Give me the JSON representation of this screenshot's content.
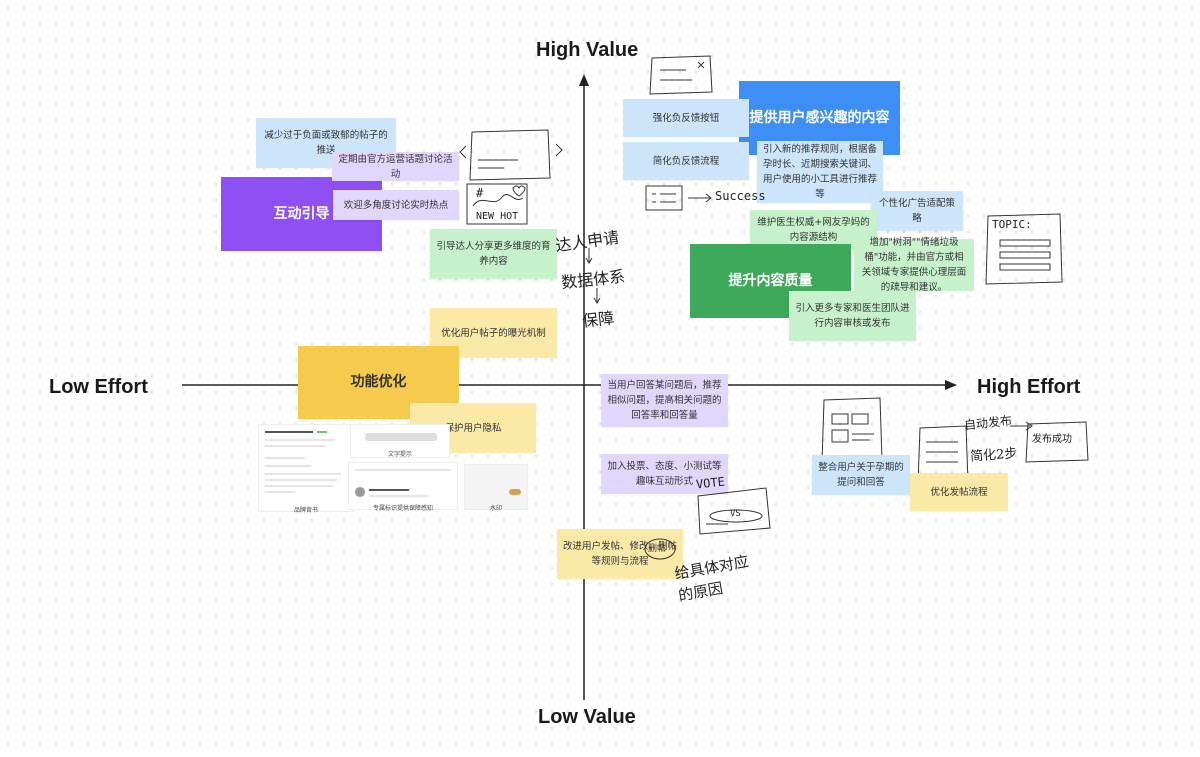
{
  "axes": {
    "top": "High Value",
    "bottom": "Low Value",
    "left": "Low Effort",
    "right": "High Effort"
  },
  "notes": {
    "n_reduce_negative": "减少过于负面或致郁的帖子的推送",
    "n_official_topics": "定期由官方运营话题讨论活动",
    "n_interaction_guide": "互动引导",
    "n_multi_angle": "欢迎多角度讨论实时热点",
    "n_guide_experts": "引导达人分享更多维度的育养内容",
    "n_exposure": "优化用户帖子的曝光机制",
    "n_feature_opt": "功能优化",
    "n_privacy": "保护用户隐私",
    "n_strengthen_feedback": "强化负反馈按钮",
    "n_interesting_content": "提供用户感兴趣的内容",
    "n_simplify_feedback": "简化负反馈流程",
    "n_new_rules": "引入新的推荐规则，根据备孕时长、近期搜索关键词、用户使用的小工具进行推荐等",
    "n_personal_ads": "个性化广告适配策略",
    "n_balance_sources": "维护医生权威+网友孕妈的内容源结构",
    "n_quality": "提升内容质量",
    "n_treehole": "增加\"树洞\"\"情绪垃圾桶\"功能，并由官方或相关领域专家提供心理层面的疏导和建议。",
    "n_experts_review": "引入更多专家和医生团队进行内容审核或发布",
    "n_recommend_similar": "当用户回答某问题后，推荐相似问题，提高相关问题的回答率和回答量",
    "n_interactive_forms": "加入投票、态度、小测试等趣味互动形式",
    "n_improve_posting": "改进用户发帖、修改、删帖等规则与流程",
    "n_integrate_qa": "整合用户关于孕期的提问和回答",
    "n_optimize_flow": "优化发帖流程"
  },
  "handwriting": {
    "expert_apply": "达人申请",
    "data_system": "数据体系",
    "guarantee": "保障",
    "success": "Success",
    "new_hot": "NEW HOT",
    "hash": "#",
    "vote": "VOTE",
    "vs": "VS",
    "topic": "TOPIC:",
    "reason": "给具体对应的原因",
    "auto_publish": "自动发布",
    "simplify_steps": "简化2步",
    "publish_success": "发布成功",
    "del_post": "删帖"
  },
  "thumbnails": {
    "brand_cap": "品牌背书",
    "text_hint_cap": "文字提示",
    "notice_cap": "专属标识提供保障感知",
    "watermark_cap": "水印"
  },
  "colors": {
    "blue_light": "#cde5fb",
    "purple_light": "#e1d6fb",
    "green_light": "#c6f1cb",
    "yellow_light": "#fbe9a8",
    "purple_dark": "#8e4ff3",
    "blue_dark": "#3d8ff5",
    "green_dark": "#3ea95a",
    "yellow_dark": "#f5ca4d"
  }
}
